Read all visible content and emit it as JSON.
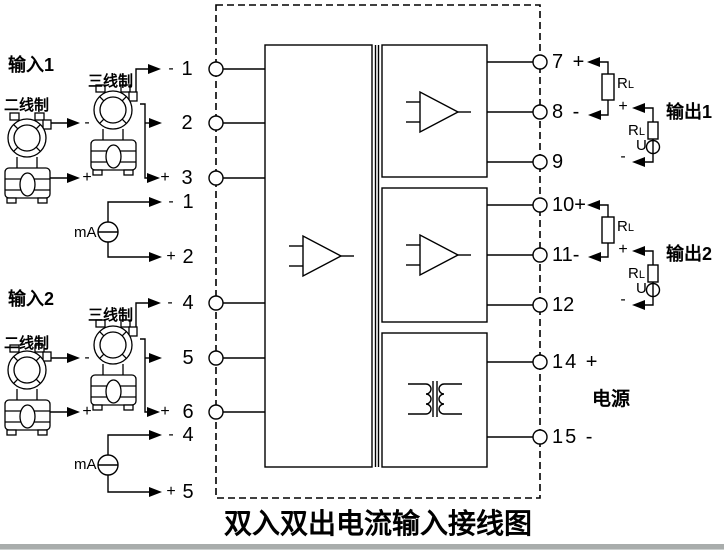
{
  "caption": "双入双出电流输入接线图",
  "input1": {
    "title": "输入1",
    "two_wire_label": "二线制",
    "three_wire_label": "三线制",
    "ma_label": "mA",
    "terminal1": "1",
    "terminal2": "2",
    "terminal3": "3",
    "t1_sign": "-",
    "two_wire_neg": "-",
    "two_wire_pos": "+",
    "three_wire_pos": "+",
    "ma_neg_sign": "-",
    "ma_neg_terminal": "1",
    "ma_pos_sign": "+",
    "ma_pos_terminal": "2"
  },
  "input2": {
    "title": "输入2",
    "two_wire_label": "二线制",
    "three_wire_label": "三线制",
    "ma_label": "mA",
    "terminal4": "4",
    "terminal5": "5",
    "terminal6": "6",
    "t4_sign": "-",
    "two_wire_neg": "-",
    "two_wire_pos": "+",
    "three_wire_pos": "+",
    "ma_neg_sign": "-",
    "ma_neg_terminal": "4",
    "ma_pos_sign": "+",
    "ma_pos_terminal": "5"
  },
  "output1": {
    "title": "输出1",
    "terminal7": "7 +",
    "terminal8": "8 -",
    "terminal9": "9",
    "load_resistor_main": "R",
    "load_resistor_sub": "L",
    "voltage_pos_sign": "+",
    "voltage_neg_sign": "-",
    "voltage_label": "U"
  },
  "output2": {
    "title": "输出2",
    "terminal10": "10+",
    "terminal11": "11-",
    "terminal12": "12",
    "load_resistor_main": "R",
    "load_resistor_sub": "L",
    "voltage_pos_sign": "+",
    "voltage_neg_sign": "-",
    "voltage_label": "U"
  },
  "power": {
    "label": "电源",
    "terminal14": "14 +",
    "terminal15": "15 -"
  }
}
